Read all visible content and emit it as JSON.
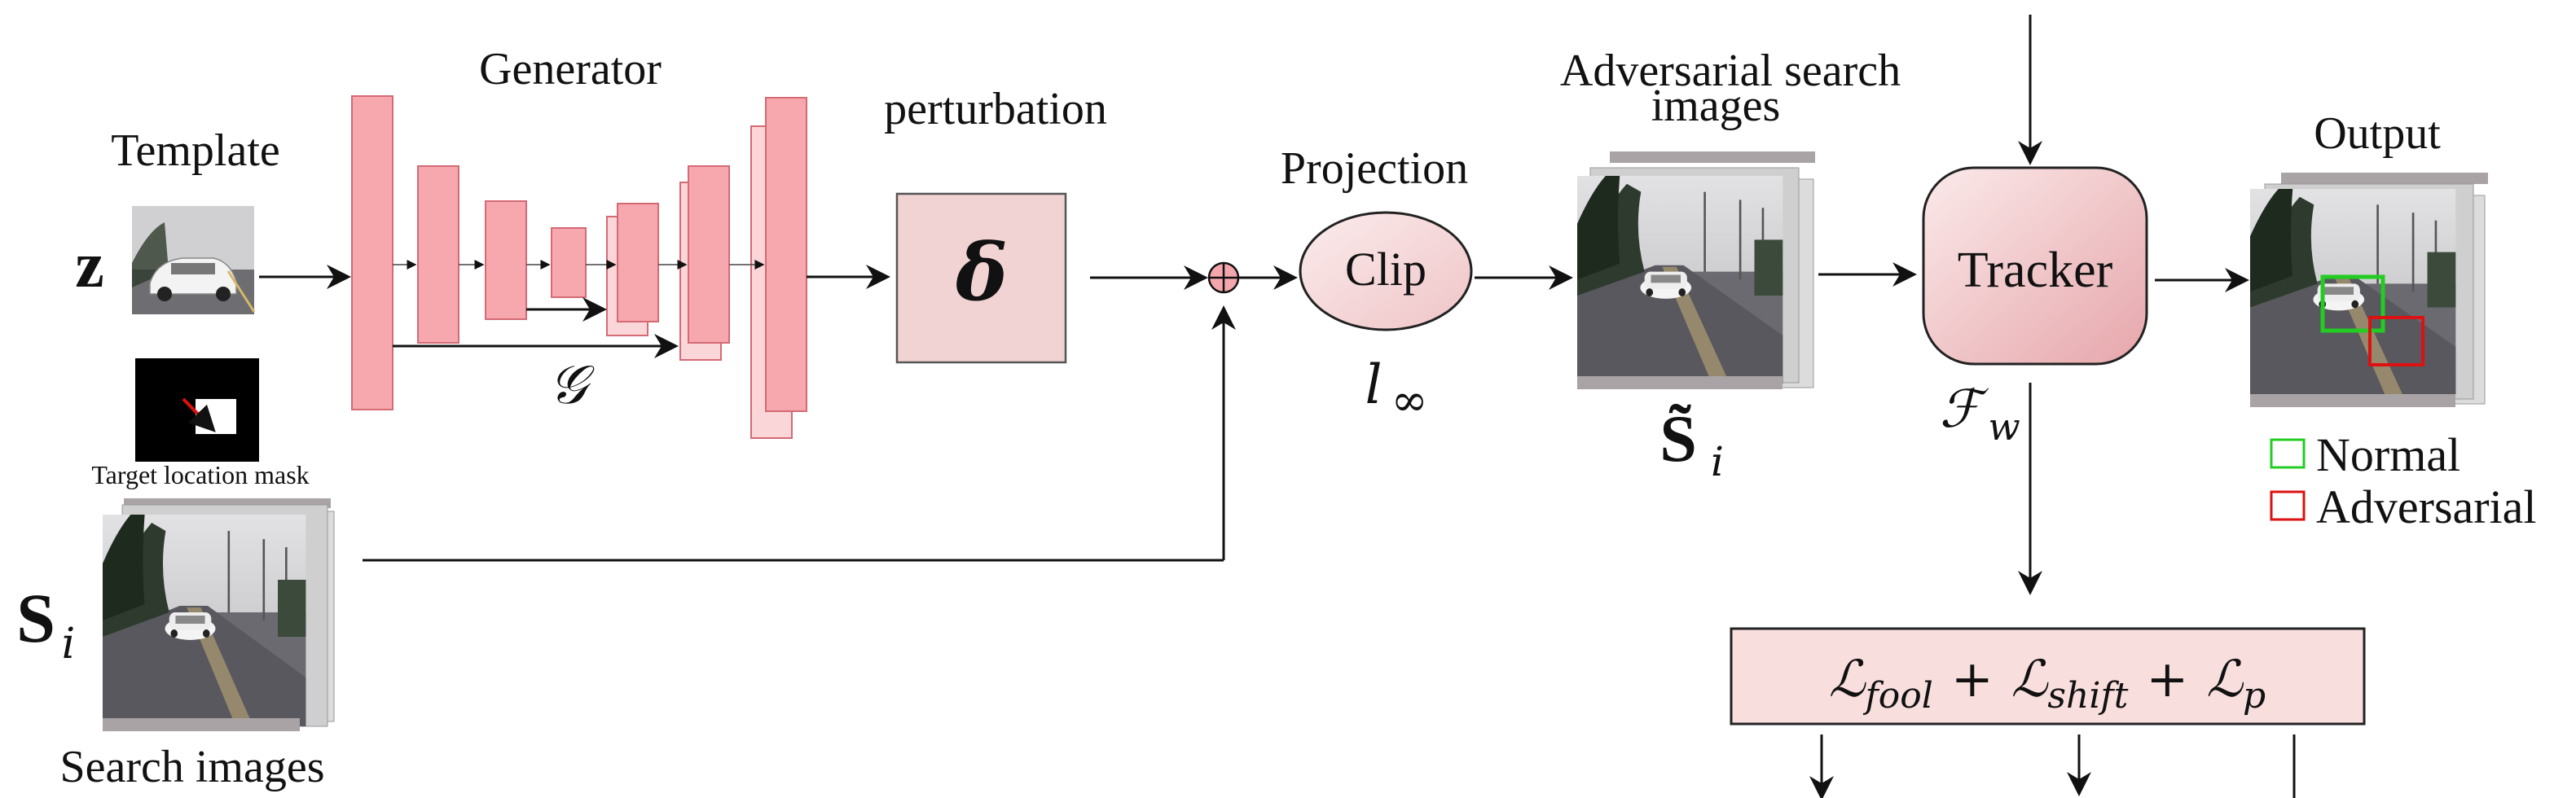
{
  "labels": {
    "generator": "Generator",
    "perturbation": "perturbation",
    "projection": "Projection",
    "adversarial_search_images_line1": "Adversarial search",
    "adversarial_search_images_line2": "images",
    "output": "Output",
    "template": "Template",
    "target_location_mask": "Target location mask",
    "search_images": "Search images"
  },
  "symbols": {
    "template_z": "z",
    "generator_g": "𝒢",
    "delta": "δ",
    "clip": "Clip",
    "l_inf_base": "l",
    "l_inf_sub": "∞",
    "s_tilde_base": "S̃",
    "s_tilde_sub": "i",
    "tracker": "Tracker",
    "f_w_base": "ℱ",
    "f_w_sub": "w",
    "s_i_base": "S",
    "s_i_sub": "i",
    "loss_fool": "ℒ",
    "loss_fool_sub": "fool",
    "plus1": "+",
    "loss_shift": "ℒ",
    "loss_shift_sub": "shift",
    "plus2": "+",
    "loss_p": "ℒ",
    "loss_p_sub": "p"
  },
  "legend": [
    {
      "label": "Normal",
      "color": "#22cc22"
    },
    {
      "label": "Adversarial",
      "color": "#dd1111"
    }
  ],
  "colors": {
    "generator_block": "#f7a8ae",
    "generator_block_light": "#fbd6d8",
    "block_border": "#d46a74",
    "perturbation_fill": "#f2d3d4",
    "clip_fill": "#f6dcdc",
    "tracker_fill_top": "#f9e3e3",
    "tracker_fill_bottom": "#e8b0b4",
    "loss_fill": "#f9dede",
    "oplus_fill": "#f3a7ad",
    "sky": "#c8c8c8",
    "road": "#5d5d63"
  },
  "icons": [
    "car-photo-icon",
    "road-scene-icon",
    "mask-arrow-icon",
    "oplus-icon"
  ]
}
